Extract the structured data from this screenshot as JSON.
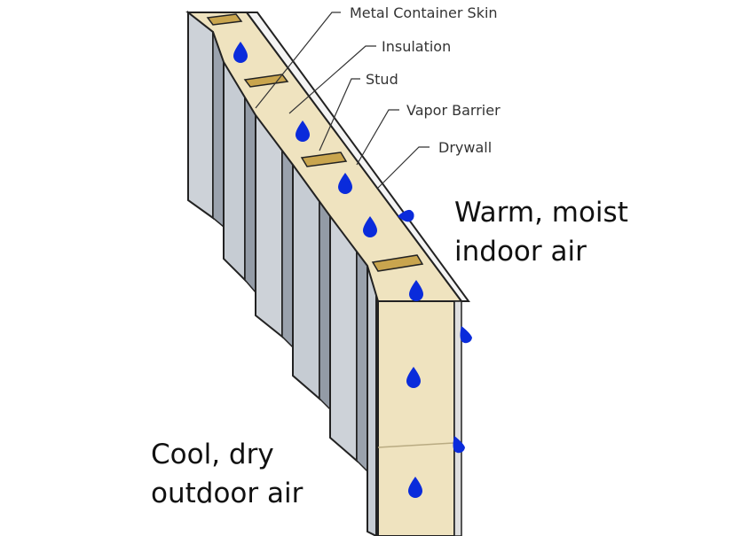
{
  "labels": {
    "metal_container_skin": "Metal Container Skin",
    "insulation": "Insulation",
    "stud": "Stud",
    "vapor_barrier": "Vapor Barrier",
    "drywall": "Drywall"
  },
  "indoor": {
    "line1": "Warm, moist",
    "line2": "indoor air"
  },
  "outdoor": {
    "line1": "Cool, dry",
    "line2": "outdoor air"
  },
  "colors": {
    "metal_light": "#c9ced5",
    "metal_dark": "#98a0aa",
    "insulation": "#efe3bf",
    "stud": "#c9a54e",
    "drywall": "#f4f4f4",
    "droplet": "#0a2bdb"
  }
}
